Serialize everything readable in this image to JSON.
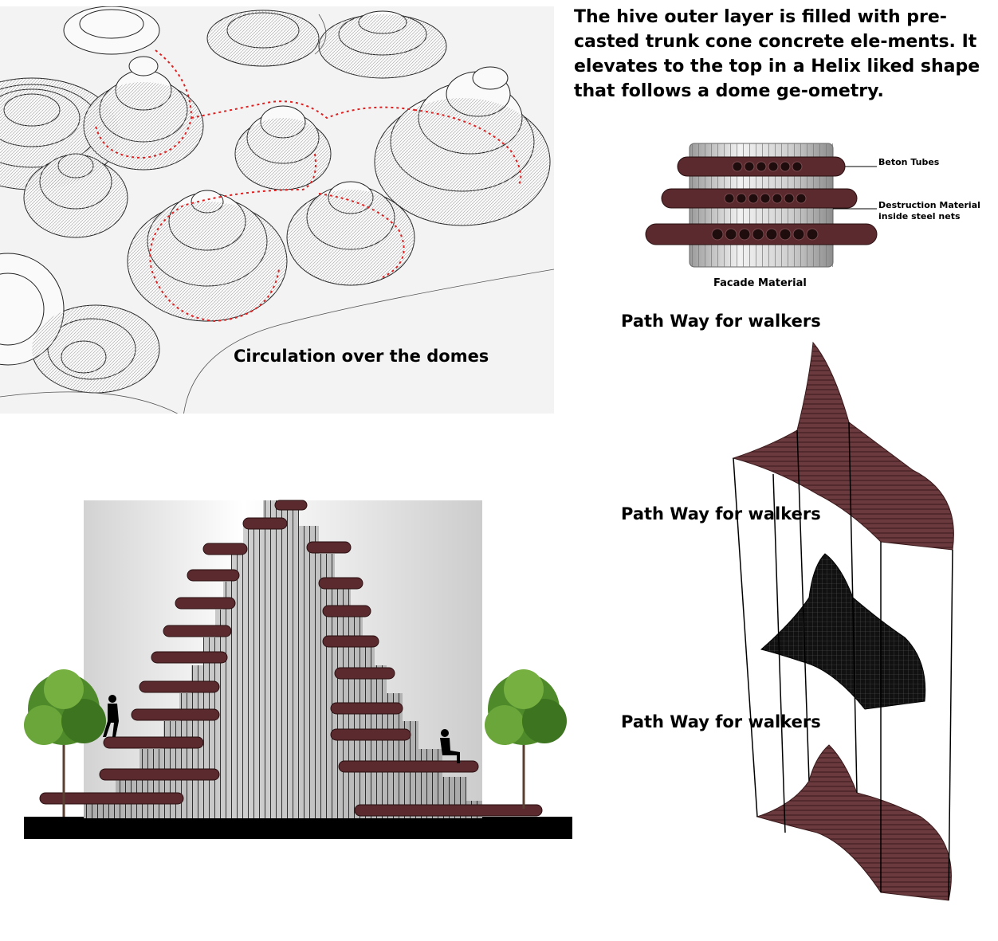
{
  "intro_text": "The hive outer layer is filled with pre-casted trunk cone concrete ele-ments. It elevates to the top in a Helix liked shape that follows a dome ge-ometry.",
  "circulation_caption": "Circulation over the domes",
  "facade": {
    "label_beton": "Beton Tubes",
    "label_destruction_1": "Destruction Material",
    "label_destruction_2": "inside steel nets",
    "caption": "Facade Material"
  },
  "pathway_labels": [
    "Path Way for walkers",
    "Path Way for walkers",
    "Path Way for walkers"
  ],
  "colors": {
    "tube_brown": "#5a2a2e",
    "concrete_gray": "#c8c8c8",
    "route_red": "#e02020",
    "ground": "#000000",
    "foliage_green": "#4e8a2a"
  }
}
